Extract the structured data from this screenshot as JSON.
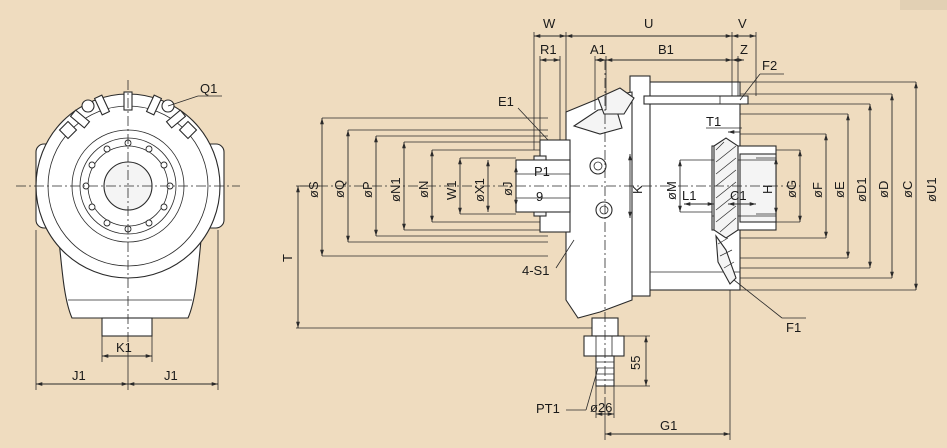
{
  "labels": {
    "Q1": "Q1",
    "K1": "K1",
    "J1": "J1",
    "W": "W",
    "U": "U",
    "V": "V",
    "R1": "R1",
    "A1": "A1",
    "B1": "B1",
    "Z": "Z",
    "F2": "F2",
    "E1": "E1",
    "T1": "T1",
    "P1": "P1",
    "nine": "9",
    "S": "øS",
    "Q": "øQ",
    "P": "øP",
    "N1": "øN1",
    "N": "øN",
    "W1": "W1",
    "X1": "øX1",
    "J": "øJ",
    "K": "K",
    "M": "øM",
    "L1": "L1",
    "C1": "C1",
    "H": "H",
    "G": "øG",
    "F": "øF",
    "E": "øE",
    "D1": "øD1",
    "D": "øD",
    "C": "øC",
    "U1": "øU1",
    "T": "T",
    "S1": "4-S1",
    "F1": "F1",
    "d55": "55",
    "PT1": "PT1",
    "d26": "ø26",
    "G1": "G1"
  }
}
